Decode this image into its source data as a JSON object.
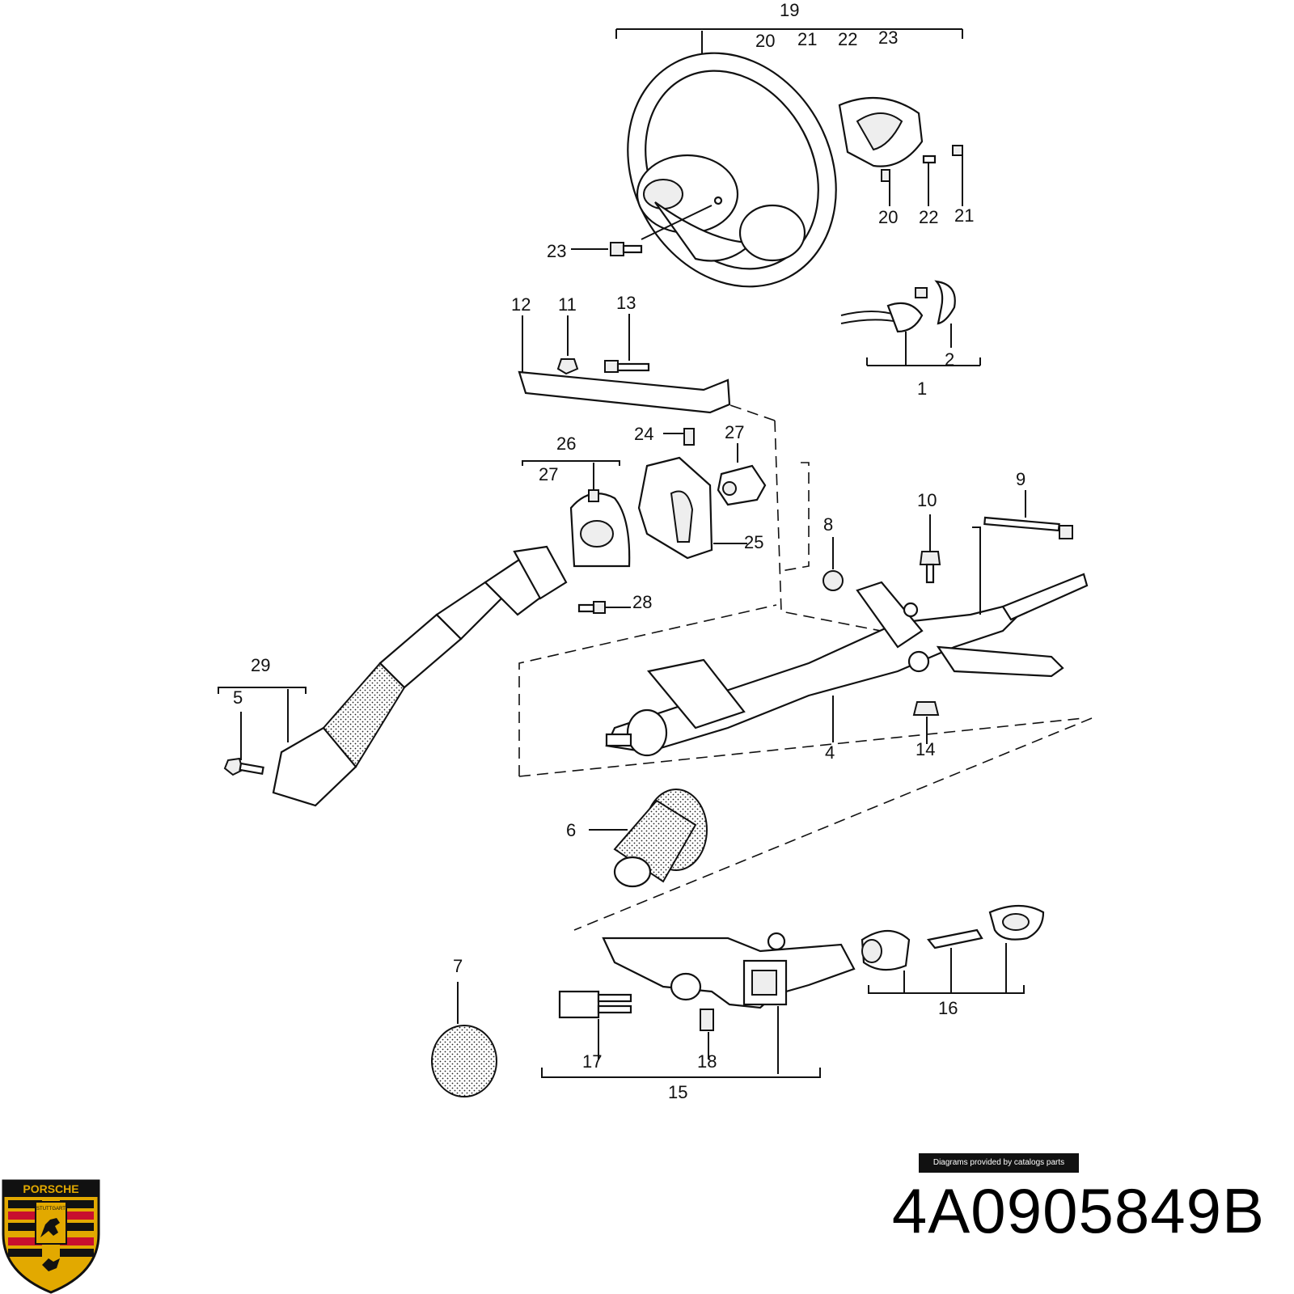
{
  "diagram": {
    "callouts": [
      "1",
      "2",
      "4",
      "5",
      "6",
      "7",
      "8",
      "9",
      "10",
      "11",
      "12",
      "13",
      "14",
      "15",
      "16",
      "17",
      "18",
      "19",
      "20",
      "21",
      "22",
      "23",
      "24",
      "25",
      "26",
      "27",
      "28",
      "29"
    ],
    "labels": {
      "n1": "1",
      "n2": "2",
      "n4": "4",
      "n5": "5",
      "n6": "6",
      "n7": "7",
      "n8": "8",
      "n9": "9",
      "n10": "10",
      "n11": "11",
      "n12": "12",
      "n13": "13",
      "n14": "14",
      "n15": "15",
      "n16": "16",
      "n17": "17",
      "n18": "18",
      "n19": "19",
      "n20": "20",
      "n21": "21",
      "n22": "22",
      "n23": "23",
      "n24": "24",
      "n25": "25",
      "n26": "26",
      "n27": "27",
      "n28": "28",
      "n29": "29"
    }
  },
  "credit": "Diagrams provided by catalogs parts",
  "part_number": "4A0905849B",
  "logo": {
    "text_top": "PORSCHE",
    "text_mid": "STUTTGART",
    "colors": {
      "red": "#c8102e",
      "gold": "#e2a900",
      "black": "#111111"
    }
  }
}
